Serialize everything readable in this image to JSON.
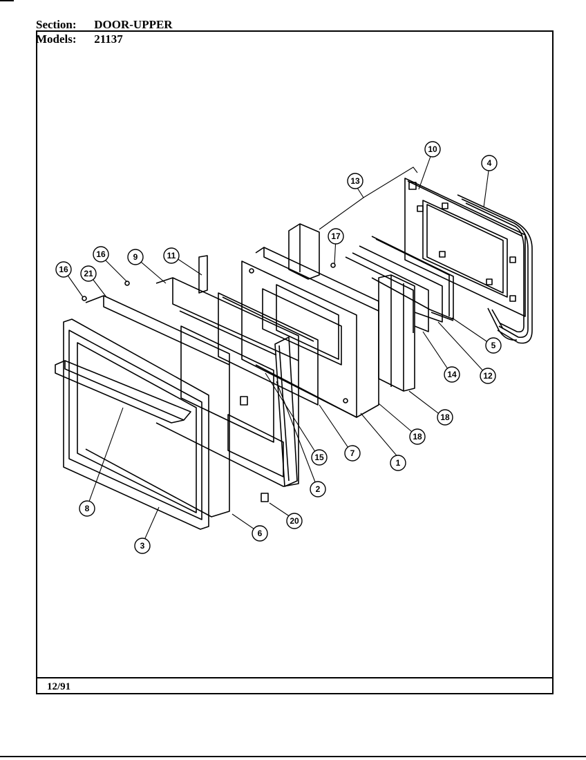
{
  "header": {
    "section_label": "Section:",
    "section_value": "DOOR-UPPER",
    "models_label": "Models:",
    "models_value": "21137"
  },
  "footer": {
    "date": "12/91"
  },
  "callouts": [
    "1",
    "2",
    "3",
    "4",
    "5",
    "6",
    "7",
    "8",
    "9",
    "10",
    "11",
    "12",
    "13",
    "14",
    "15",
    "16",
    "16",
    "17",
    "18",
    "18",
    "20",
    "21"
  ]
}
